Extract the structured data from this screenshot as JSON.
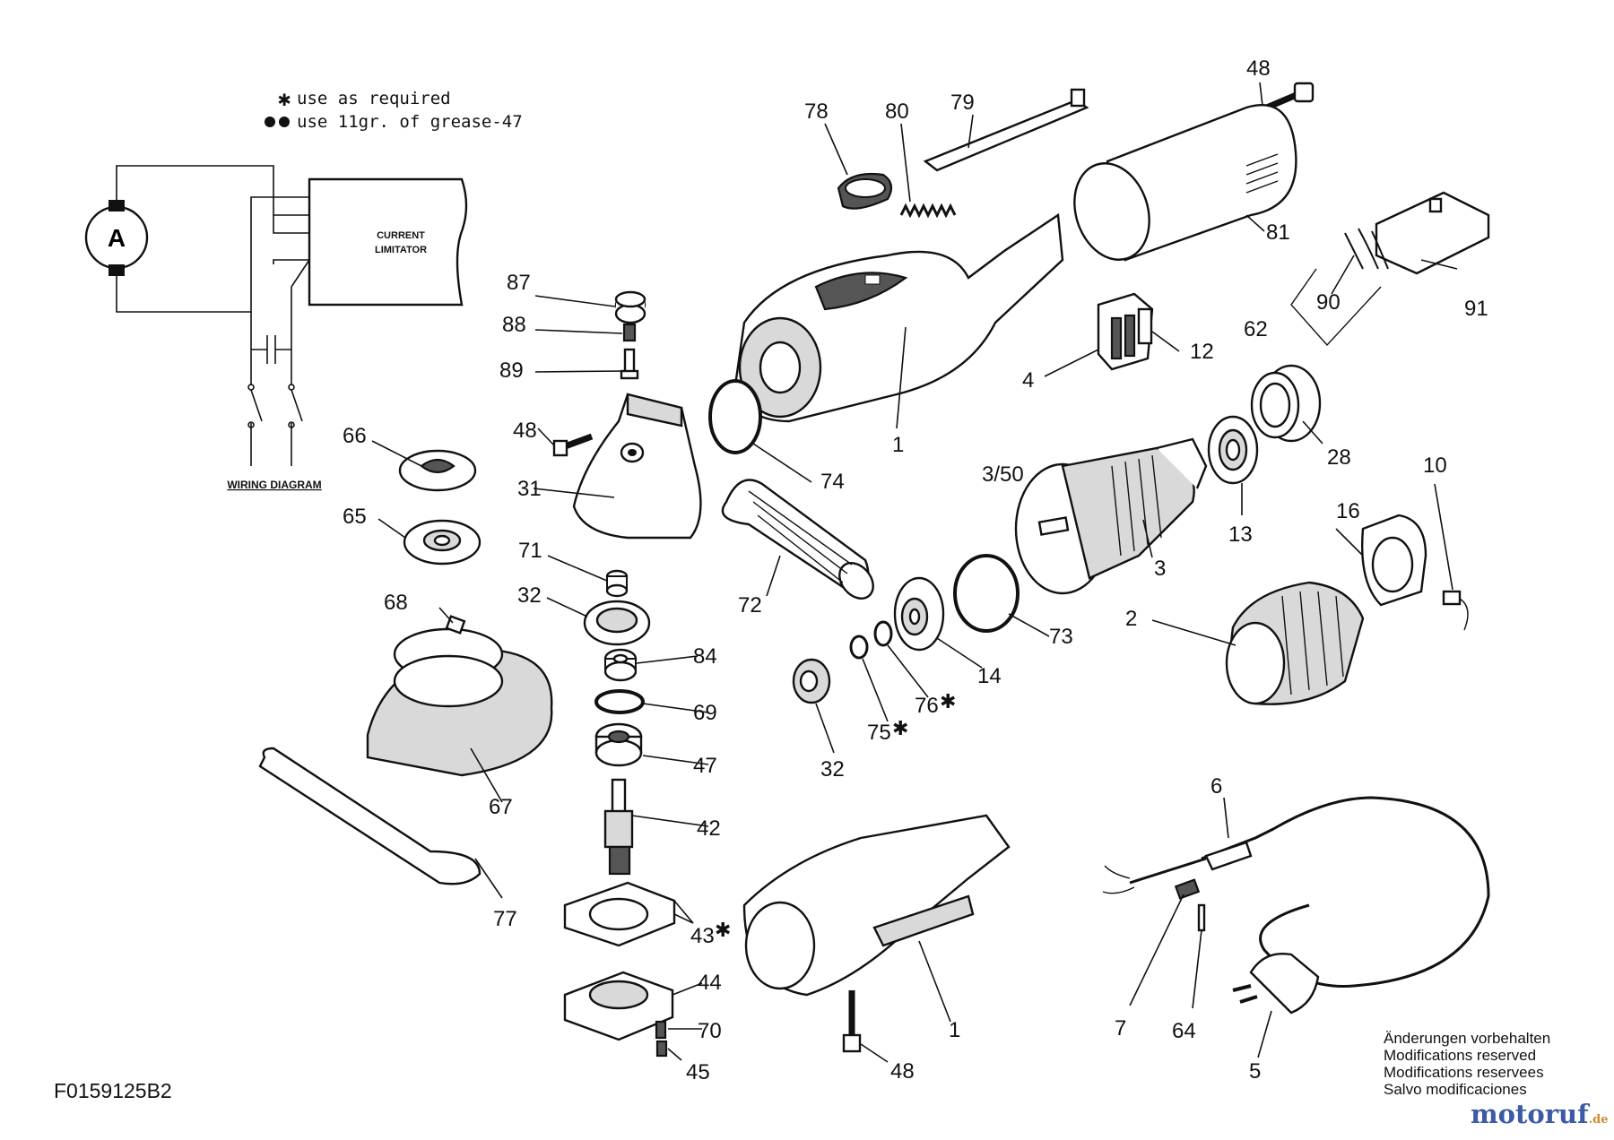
{
  "notes": {
    "as_required": "use as required",
    "grease": "use 11gr. of grease-47"
  },
  "wiring": {
    "motor_label": "A",
    "current_limitator_line1": "CURRENT",
    "current_limitator_line2": "LIMITATOR",
    "title": "WIRING DIAGRAM"
  },
  "labels": {
    "p48_top": "48",
    "p78": "78",
    "p80": "80",
    "p79": "79",
    "p81": "81",
    "p91": "91",
    "p90": "90",
    "p62": "62",
    "p87": "87",
    "p88": "88",
    "p89": "89",
    "p12": "12",
    "p4": "4",
    "p1_top": "1",
    "p48_mid": "48",
    "p66": "66",
    "p74": "74",
    "p28": "28",
    "p350": "3/50",
    "p31": "31",
    "p13": "13",
    "p10": "10",
    "p16": "16",
    "p65": "65",
    "p71": "71",
    "p3": "3",
    "p32_left": "32",
    "p72": "72",
    "p68": "68",
    "p73": "73",
    "p2": "2",
    "p84": "84",
    "p14": "14",
    "p69": "69",
    "p76": "76",
    "p75": "75",
    "p47": "47",
    "p32_mid": "32",
    "p67": "67",
    "p6": "6",
    "p42": "42",
    "p77": "77",
    "p43": "43",
    "p44": "44",
    "p70": "70",
    "p45": "45",
    "p1_bottom": "1",
    "p48_bottom": "48",
    "p7": "7",
    "p64": "64",
    "p5": "5"
  },
  "drawing_code": "F0159125B2",
  "modifications": [
    "Änderungen vorbehalten",
    "Modifications reserved",
    "Modifications reservees",
    "Salvo modificaciones"
  ],
  "logo": {
    "name": "motoruf",
    "tld": ".de"
  }
}
